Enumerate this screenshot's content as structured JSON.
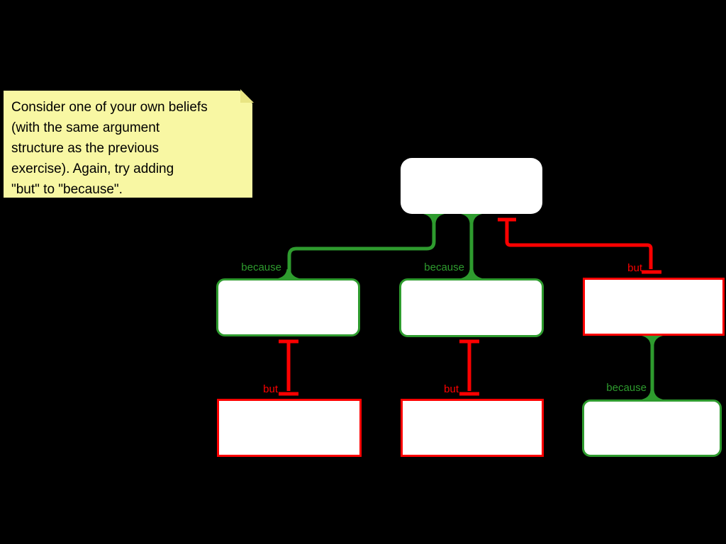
{
  "note": {
    "text": "Consider one of your own beliefs\n(with the same argument\nstructure as the previous\nexercise). Again, try adding\n\"but\" to \"because\".",
    "bg_color": "#F8F7A3"
  },
  "colors": {
    "background": "#000000",
    "reason_green": "#2E9B2E",
    "objection_red": "#FF0000",
    "box_fill": "#FFFFFF"
  },
  "boxes": [
    {
      "id": "claim",
      "role": "main-claim",
      "border": "none",
      "text": ""
    },
    {
      "id": "reason-1",
      "role": "reason",
      "border": "green",
      "text": ""
    },
    {
      "id": "reason-2",
      "role": "reason",
      "border": "green",
      "text": ""
    },
    {
      "id": "objection-1",
      "role": "objection",
      "border": "red",
      "text": ""
    },
    {
      "id": "objection-2",
      "role": "objection",
      "border": "red",
      "text": ""
    },
    {
      "id": "objection-3",
      "role": "objection",
      "border": "red",
      "text": ""
    },
    {
      "id": "reason-3",
      "role": "reason",
      "border": "green",
      "text": ""
    }
  ],
  "connectors": [
    {
      "id": "claim-to-reason-1",
      "type": "because",
      "label": "because"
    },
    {
      "id": "claim-to-reason-2",
      "type": "because",
      "label": "because"
    },
    {
      "id": "claim-to-objection-1",
      "type": "but",
      "label": "but"
    },
    {
      "id": "reason-1-to-objection-2",
      "type": "but",
      "label": "but"
    },
    {
      "id": "reason-2-to-objection-3",
      "type": "but",
      "label": "but"
    },
    {
      "id": "objection-1-to-reason-3",
      "type": "because",
      "label": "because"
    }
  ]
}
